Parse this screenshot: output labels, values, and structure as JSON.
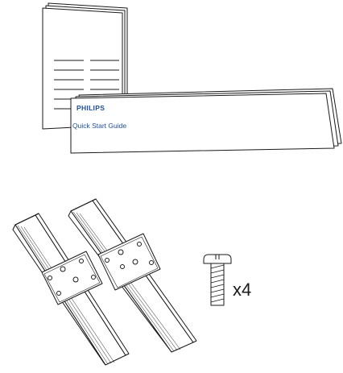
{
  "manual": {
    "brand": "PHILIPS",
    "title": "Quick Start Guide"
  },
  "screw": {
    "quantity_label": "x4"
  },
  "colors": {
    "line": "#1a1a1a",
    "brand_blue": "#1f4fa0",
    "background": "#ffffff"
  }
}
